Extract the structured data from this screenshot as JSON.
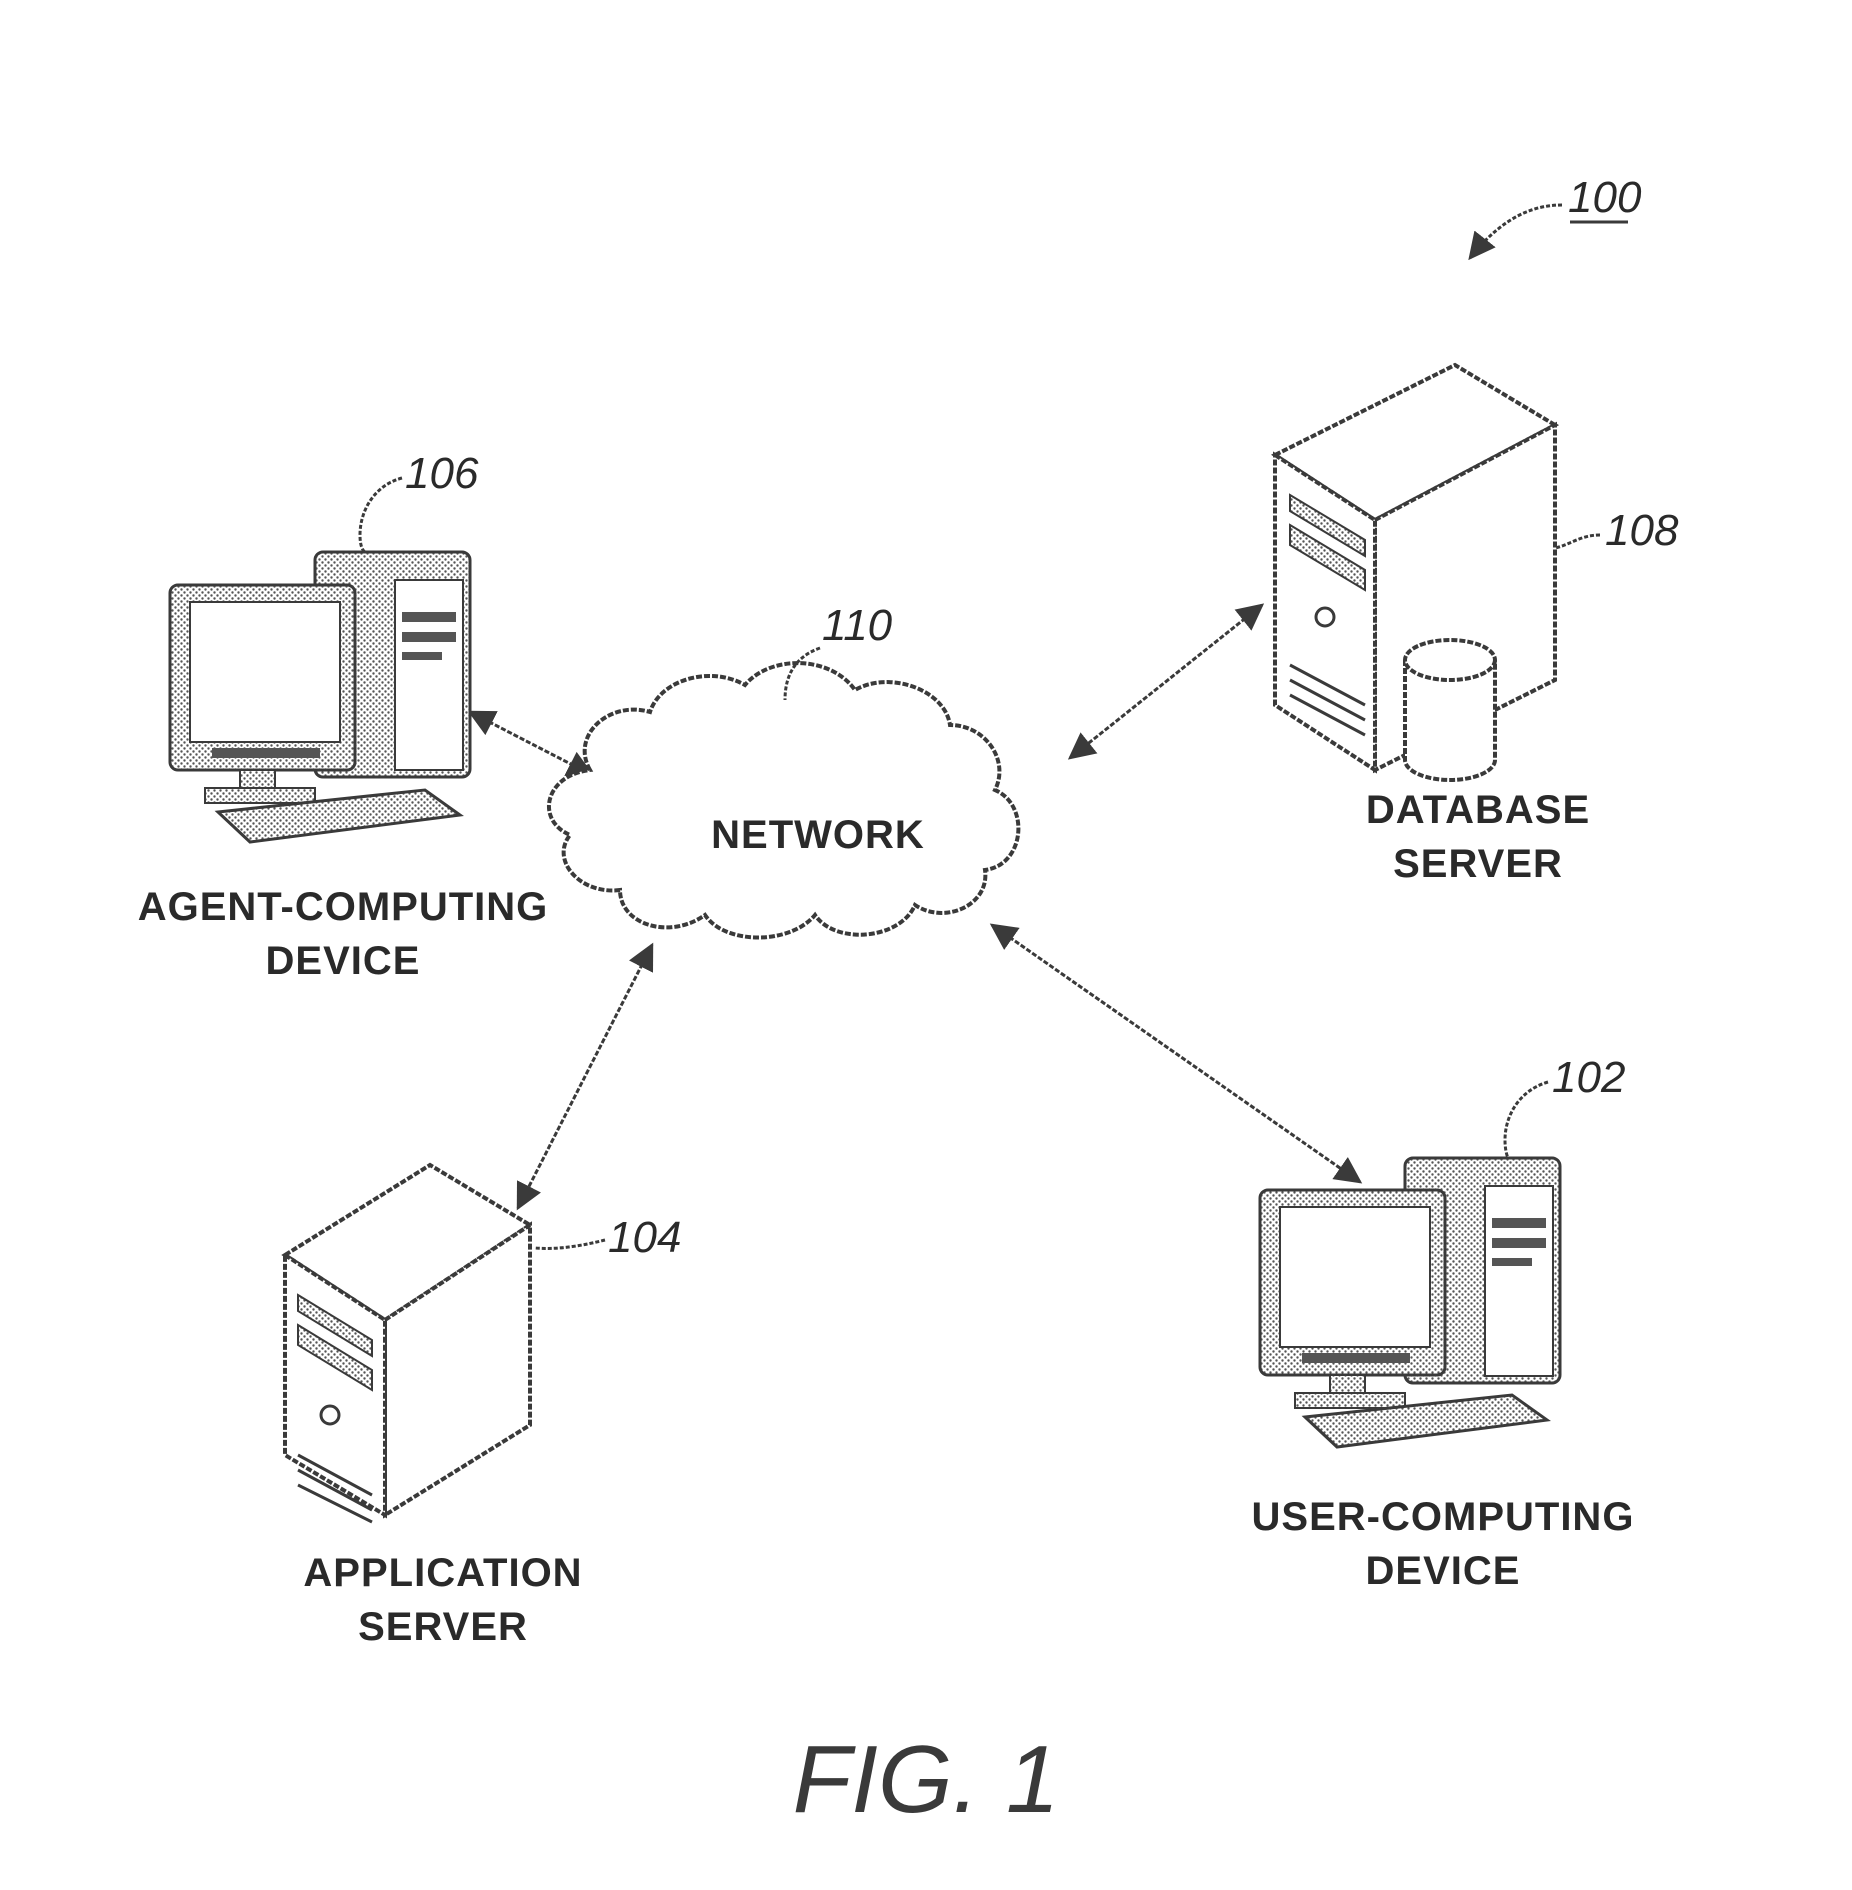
{
  "figure": {
    "caption": "FIG. 1",
    "reference": "100"
  },
  "nodes": {
    "network": {
      "label": "NETWORK",
      "ref": "110",
      "icon": "cloud-icon"
    },
    "agent_device": {
      "label_lines": [
        "AGENT-COMPUTING",
        "DEVICE"
      ],
      "ref": "106",
      "icon": "desktop-computer-icon"
    },
    "database_server": {
      "label_lines": [
        "DATABASE",
        "SERVER"
      ],
      "ref": "108",
      "icon": "database-server-icon"
    },
    "application_server": {
      "label_lines": [
        "APPLICATION",
        "SERVER"
      ],
      "ref": "104",
      "icon": "tower-server-icon"
    },
    "user_device": {
      "label_lines": [
        "USER-COMPUTING",
        "DEVICE"
      ],
      "ref": "102",
      "icon": "desktop-computer-icon"
    }
  },
  "colors": {
    "line": "#3a3a3a",
    "hatch": "#555555",
    "background": "#ffffff"
  }
}
